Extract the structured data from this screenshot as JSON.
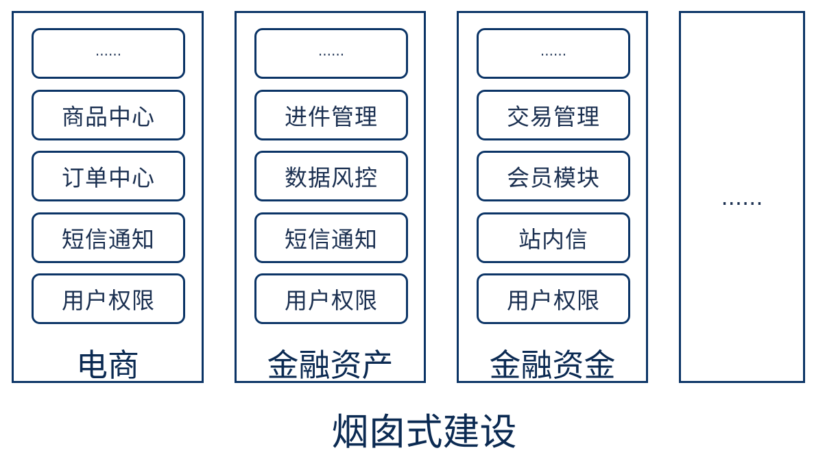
{
  "title": "烟囱式建设",
  "columns": [
    {
      "name": "电商",
      "modules": [
        "......",
        "商品中心",
        "订单中心",
        "短信通知",
        "用户权限"
      ]
    },
    {
      "name": "金融资产",
      "modules": [
        "......",
        "进件管理",
        "数据风控",
        "短信通知",
        "用户权限"
      ]
    },
    {
      "name": "金融资金",
      "modules": [
        "......",
        "交易管理",
        "会员模块",
        "站内信",
        "用户权限"
      ]
    },
    {
      "placeholder": "......"
    }
  ],
  "colors": {
    "border": "#0b3466",
    "text": "#0b2a52"
  }
}
